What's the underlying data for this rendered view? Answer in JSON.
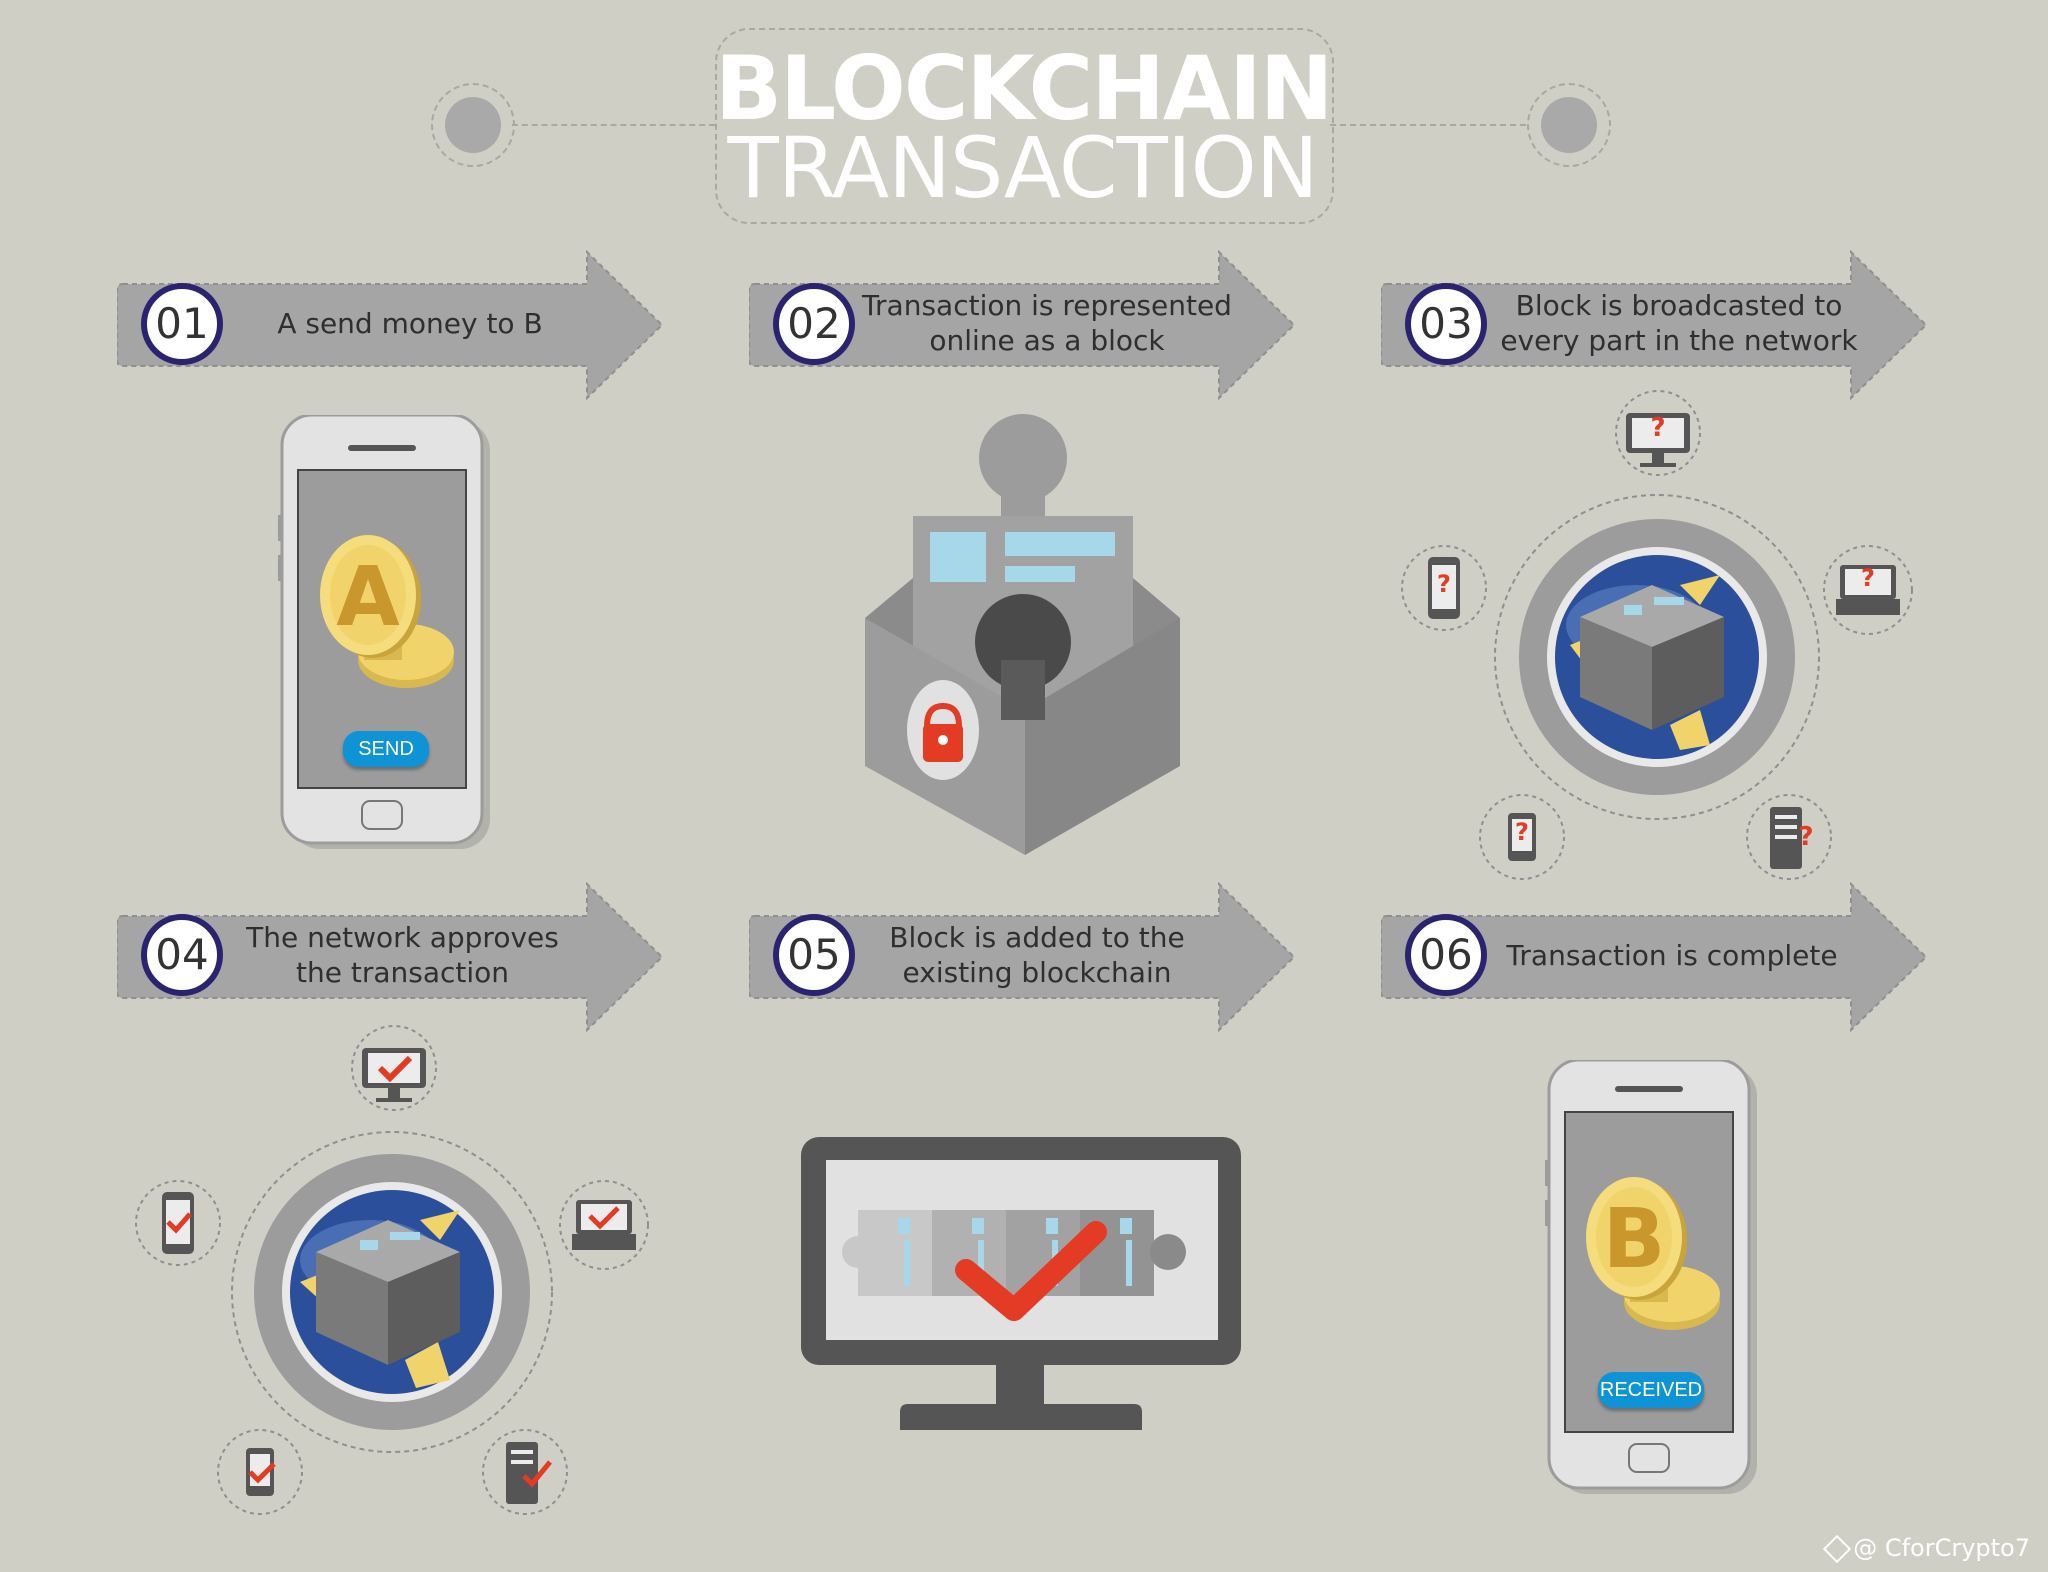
{
  "title": {
    "line1": "BLOCKCHAIN",
    "line2": "TRANSACTION"
  },
  "steps": [
    {
      "number": "01",
      "line1": "A send money to B",
      "line2": ""
    },
    {
      "number": "02",
      "line1": "Transaction is represented",
      "line2": "online as a block"
    },
    {
      "number": "03",
      "line1": "Block is broadcasted to",
      "line2": "every part in the network"
    },
    {
      "number": "04",
      "line1": "The network approves",
      "line2": "the transaction"
    },
    {
      "number": "05",
      "line1": "Block is added to the",
      "line2": "existing blockchain"
    },
    {
      "number": "06",
      "line1": "Transaction is complete",
      "line2": ""
    }
  ],
  "phone_send": {
    "coin_letter": "A",
    "button_label": "SEND"
  },
  "phone_received": {
    "coin_letter": "B",
    "button_label": "RECEIVED"
  },
  "network_query_mark": "?",
  "watermark": "@ CforCrypto7",
  "colors": {
    "background": "#cfcfc6",
    "arrow": "#a5a5a5",
    "number_ring": "#2a2470",
    "button": "#0d93d6",
    "alert": "#e33b24",
    "coin": "#f1d36b"
  }
}
